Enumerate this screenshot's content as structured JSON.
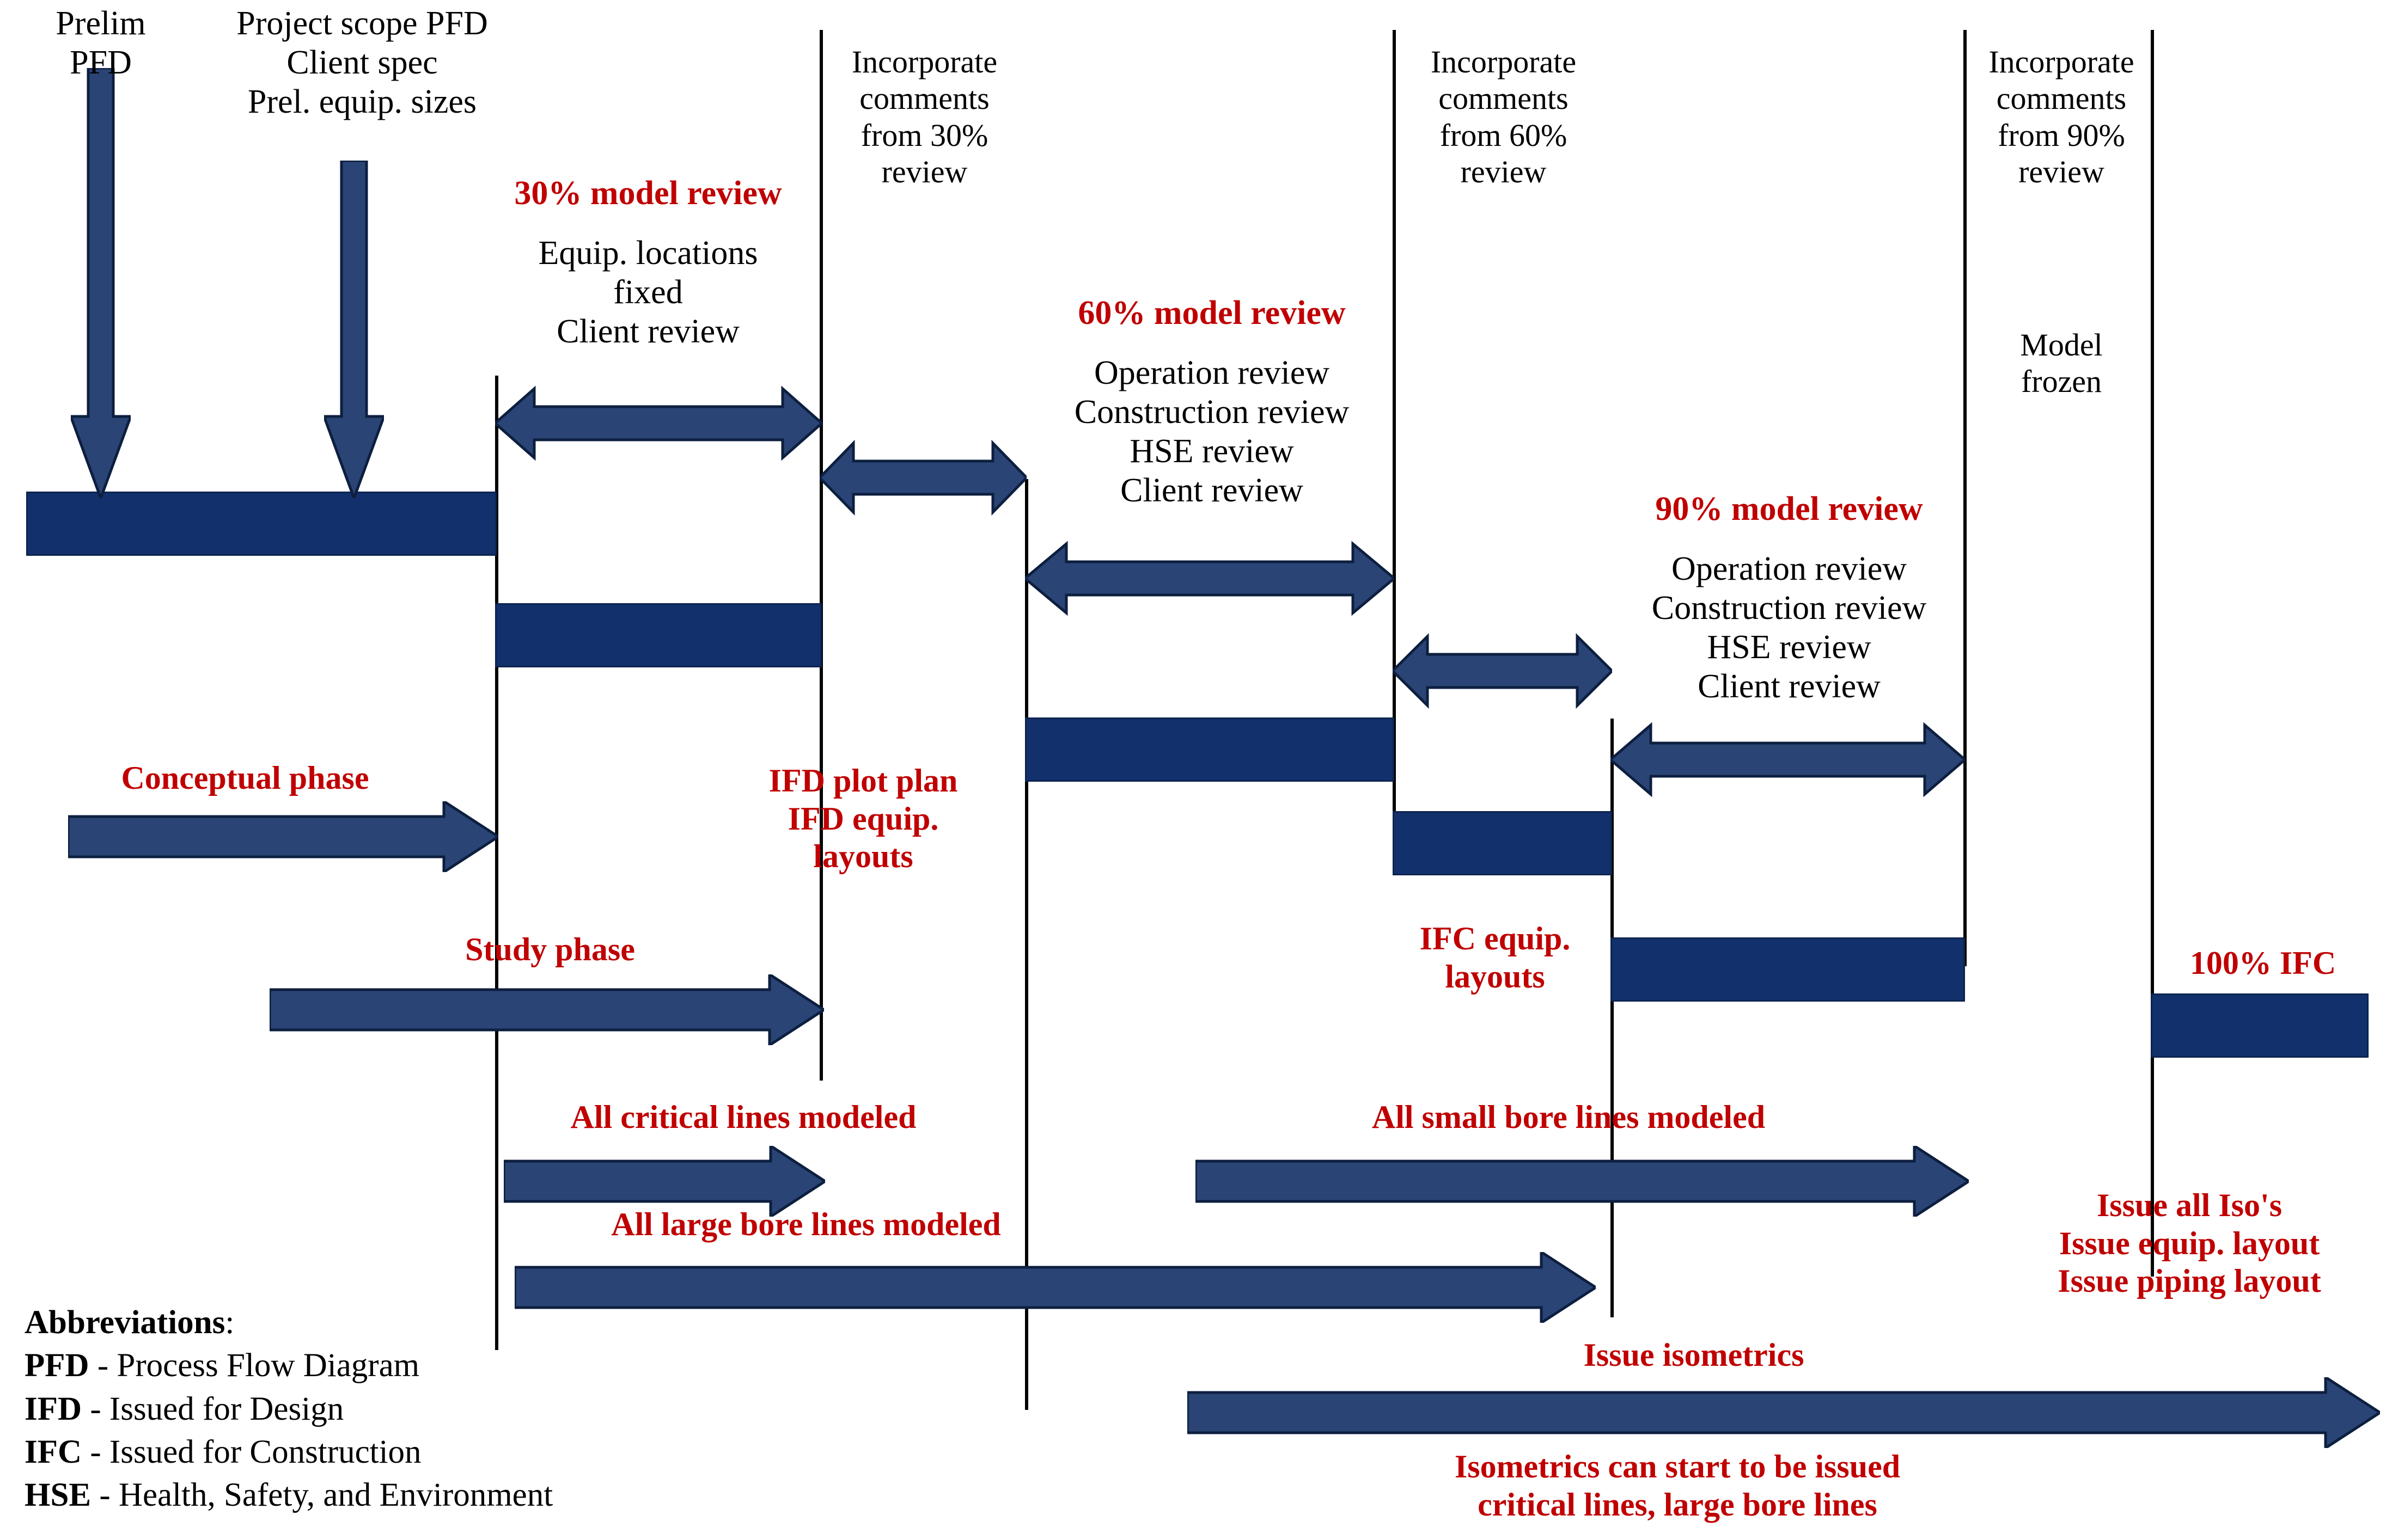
{
  "colors": {
    "bar_fill": "#12306B",
    "bar_stroke": "#0d2450",
    "arrow_fill": "#2A4475",
    "arrow_stroke": "#0d1f3f",
    "accent_red": "#C00000",
    "line_black": "#000000",
    "background": "#FFFFFF"
  },
  "inputs": [
    {
      "text": "Prelim\nPFD"
    },
    {
      "text": "Project scope PFD\nClient spec\nPrel. equip. sizes"
    }
  ],
  "milestones": [
    {
      "title": "30% model review",
      "items": "Equip. locations\nfixed\nClient review"
    },
    {
      "title": "60% model review",
      "items": "Operation review\nConstruction review\nHSE review\nClient review"
    },
    {
      "title": "90% model review",
      "items": "Operation review\nConstruction review\nHSE review\nClient review"
    }
  ],
  "incorporate_notes": [
    {
      "text": "Incorporate\ncomments\nfrom 30%\nreview"
    },
    {
      "text": "Incorporate\ncomments\nfrom 60%\nreview"
    },
    {
      "text": "Incorporate\ncomments\nfrom 90%\nreview"
    }
  ],
  "model_frozen": "Model\nfrozen",
  "phases": [
    {
      "label": "Conceptual phase"
    },
    {
      "label": "Study phase"
    },
    {
      "label": "All critical lines modeled"
    },
    {
      "label": "All large bore lines modeled"
    },
    {
      "label": "All small bore lines modeled"
    },
    {
      "label": "Issue isometrics"
    }
  ],
  "deliverables": [
    {
      "label": "IFD plot plan\nIFD equip.\nlayouts"
    },
    {
      "label": "IFC equip.\nlayouts"
    },
    {
      "label": "100% IFC"
    },
    {
      "label": "Issue all Iso's\nIssue equip. layout\nIssue piping layout"
    }
  ],
  "footnote": "Isometrics can start to be issued\ncritical lines, large bore lines",
  "legend": {
    "title": "Abbreviations",
    "colon": ":",
    "entries": [
      {
        "abbr": "PFD",
        "sep": " - ",
        "meaning": "Process Flow Diagram"
      },
      {
        "abbr": "IFD",
        "sep": " - ",
        "meaning": "Issued for Design"
      },
      {
        "abbr": "IFC",
        "sep": " - ",
        "meaning": "Issued for Construction"
      },
      {
        "abbr": "HSE",
        "sep": " - ",
        "meaning": "Health, Safety, and Environment"
      }
    ]
  }
}
